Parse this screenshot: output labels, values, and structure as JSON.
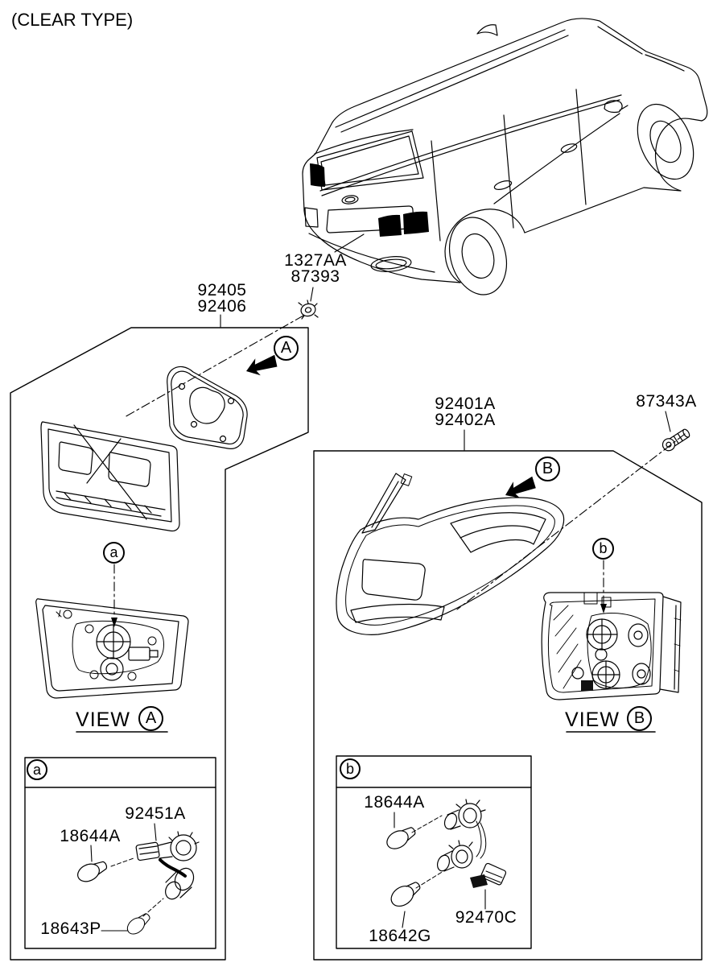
{
  "title": "(CLEAR TYPE)",
  "colors": {
    "line": "#000000",
    "background": "#ffffff"
  },
  "callouts": {
    "fastener": {
      "line1": "1327AA",
      "line2": "87393"
    },
    "lamp_inner": {
      "line1": "92405",
      "line2": "92406"
    },
    "lamp_outer": {
      "line1": "92401A",
      "line2": "92402A"
    },
    "mounting_screw": "87343A"
  },
  "view_a": {
    "word": "VIEW",
    "letter": "A"
  },
  "view_b": {
    "word": "VIEW",
    "letter": "B"
  },
  "direction_arrows": {
    "a": "A",
    "b": "B"
  },
  "detail_callouts": {
    "a": "a",
    "b": "b"
  },
  "detail_box_a": {
    "header": "a",
    "parts": {
      "bulb_holder": "92451A",
      "bulb_upper": "18644A",
      "bulb_lower": "18643P"
    }
  },
  "detail_box_b": {
    "header": "b",
    "parts": {
      "bulb_upper": "18644A",
      "bulb_holder": "92470C",
      "bulb_lower": "18642G"
    }
  }
}
